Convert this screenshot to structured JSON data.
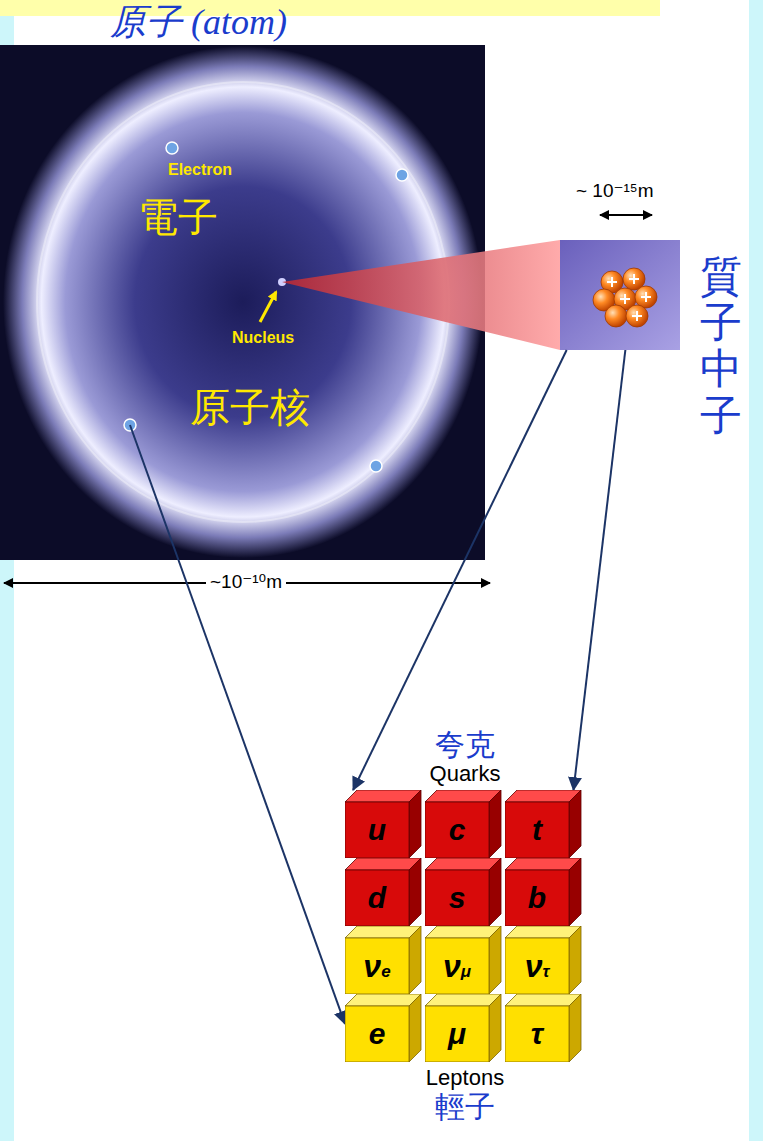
{
  "diagram": {
    "title": "原子 (atom)",
    "nodes": [
      {
        "text": [
          "Electron",
          "電子",
          "Nucleus",
          "原子核"
        ]
      },
      {
        "text": [
          "質子中子"
        ]
      },
      {
        "text": [
          "夸克",
          "Quarks"
        ]
      },
      {
        "text": [
          "u"
        ],
        "in": 2
      },
      {
        "text": [
          "c"
        ],
        "in": 2
      },
      {
        "text": [
          "t"
        ],
        "in": 2
      },
      {
        "text": [
          "d"
        ],
        "in": 2
      },
      {
        "text": [
          "s"
        ],
        "in": 2
      },
      {
        "text": [
          "b"
        ],
        "in": 2
      },
      {
        "text": [
          "Leptons",
          "輕子"
        ]
      },
      {
        "text": [
          "νe"
        ],
        "in": 9
      },
      {
        "text": [
          "νμ"
        ],
        "in": 9
      },
      {
        "text": [
          "ντ"
        ],
        "in": 9
      },
      {
        "text": [
          "e"
        ],
        "in": 9
      },
      {
        "text": [
          "μ"
        ],
        "in": 9
      },
      {
        "text": [
          "τ"
        ],
        "in": 9
      }
    ],
    "edges": [
      {
        "from": 0,
        "to": 13,
        "arrow": "to"
      },
      {
        "from": 1,
        "to": 2,
        "arrow": "to"
      },
      {
        "from": 1,
        "to": 2,
        "arrow": "to"
      }
    ],
    "labels": [
      "~10⁻¹⁰m",
      "~ 10⁻¹⁵m"
    ]
  }
}
